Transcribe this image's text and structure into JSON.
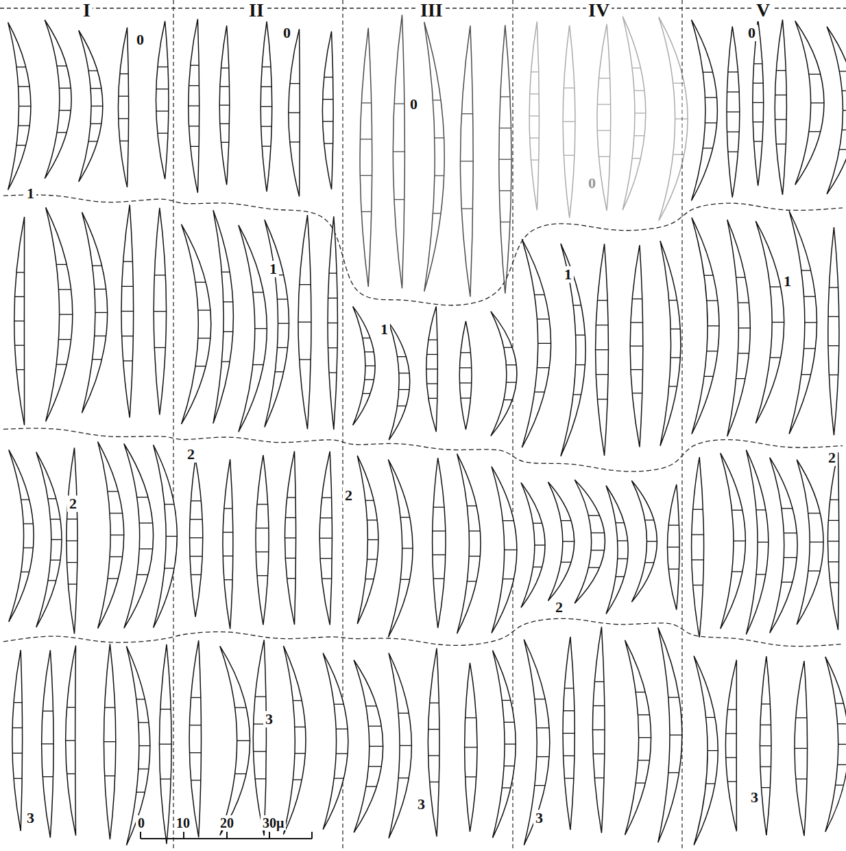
{
  "diagram": {
    "labels": [
      "I",
      "II",
      "III",
      "IV",
      "V",
      "0",
      "1",
      "2",
      "3",
      "0",
      "1",
      "2",
      "3",
      "0",
      "1",
      "2",
      "3",
      "0",
      "1",
      "2",
      "3",
      "0",
      "1",
      "2",
      "3",
      "0",
      "10",
      "20",
      "30μ"
    ]
  }
}
